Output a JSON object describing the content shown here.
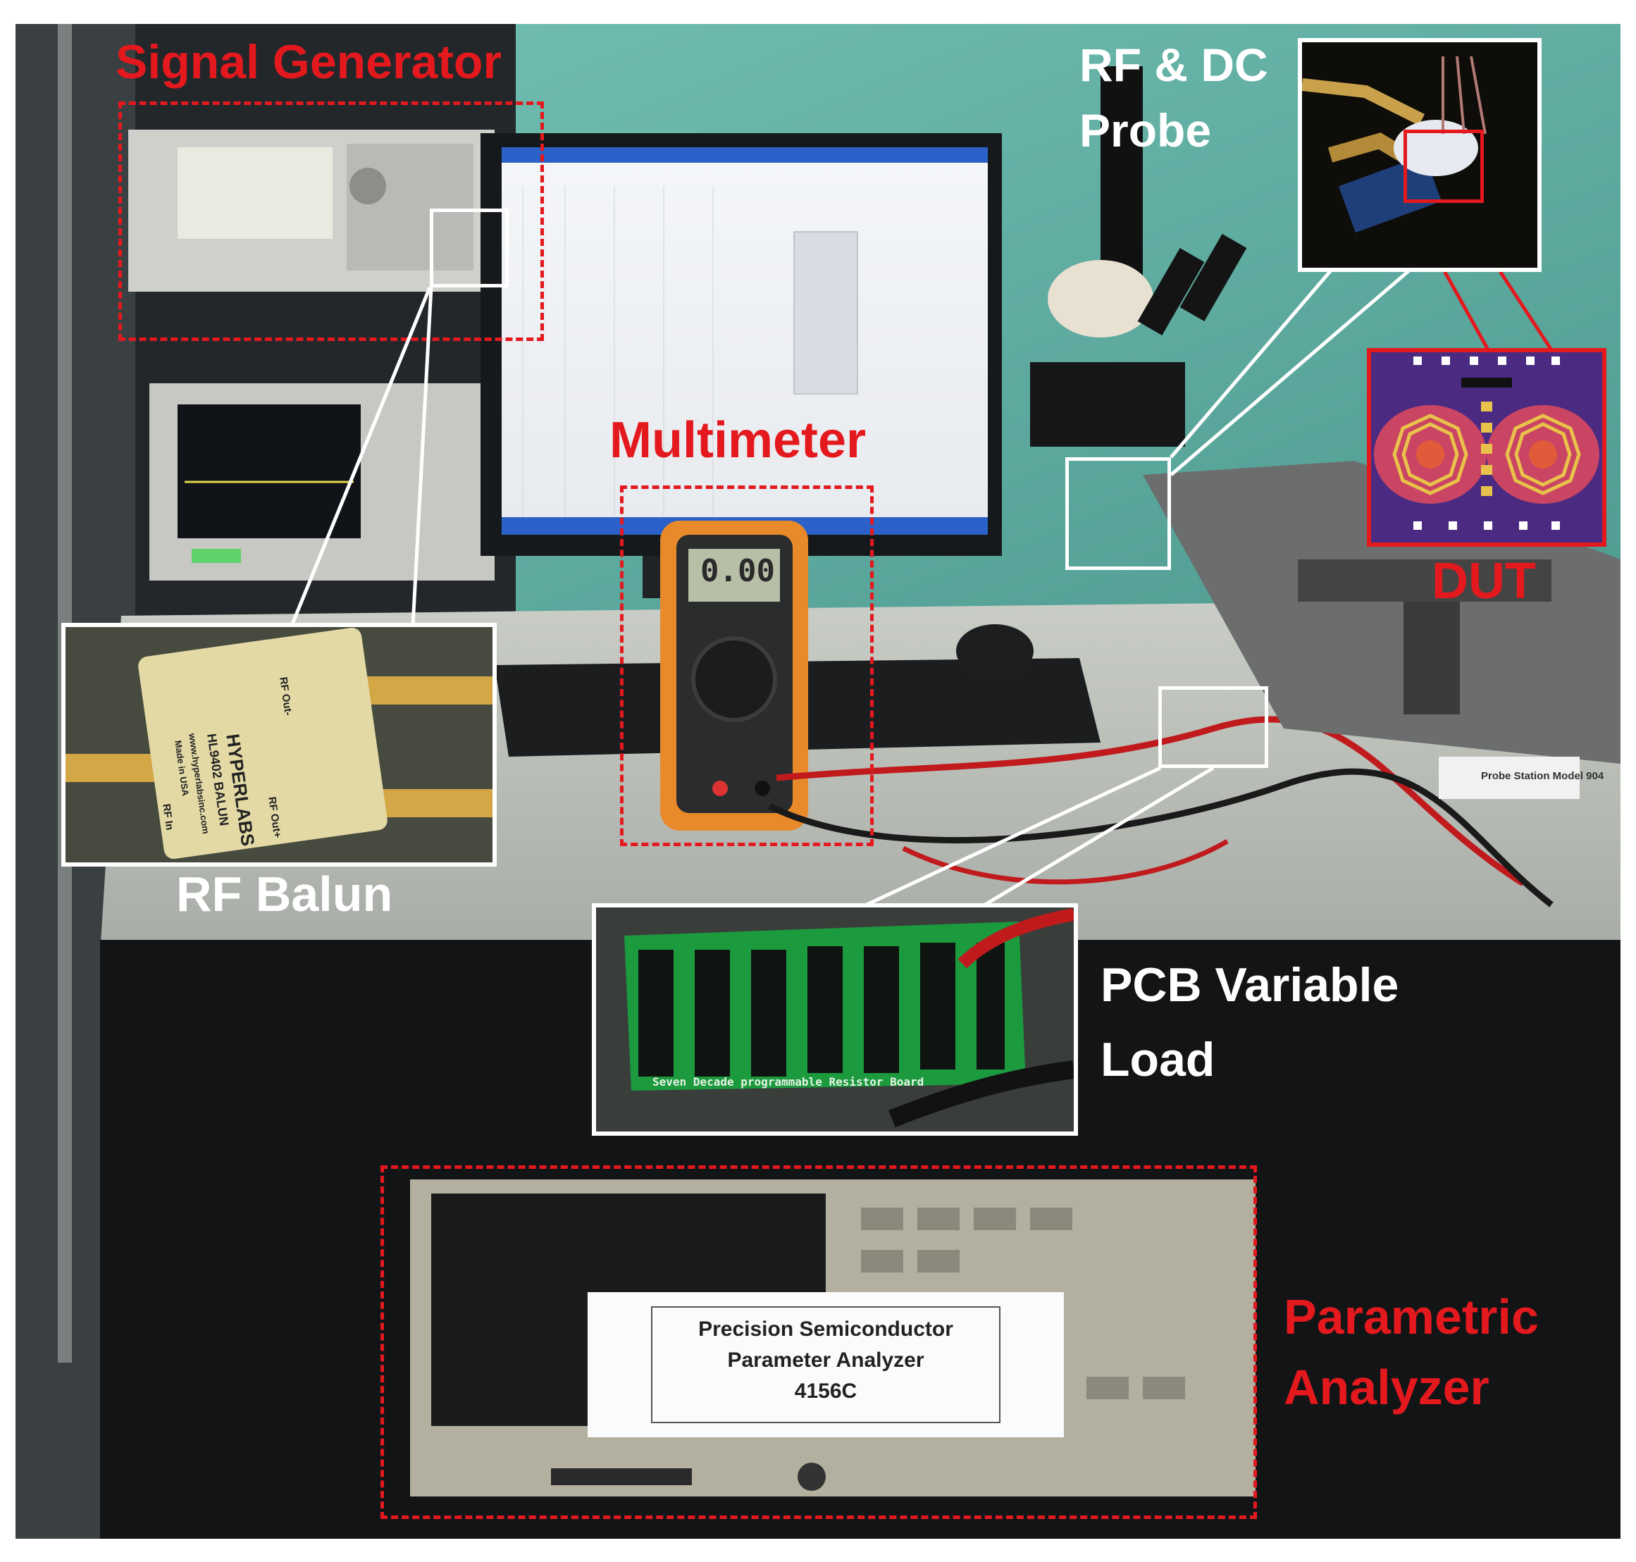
{
  "labels": {
    "signal_generator": "Signal Generator",
    "rf_dc_probe_1": "RF & DC",
    "rf_dc_probe_2": "Probe",
    "multimeter": "Multimeter",
    "dut": "DUT",
    "rf_balun": "RF Balun",
    "pcb_variable_load_1": "PCB Variable",
    "pcb_variable_load_2": "Load",
    "parametric_analyzer_1": "Parametric",
    "parametric_analyzer_2": "Analyzer"
  },
  "instrument_text": {
    "multimeter_display": "0.00",
    "probe_station_plate": "Probe Station Model 904",
    "analyzer_sign_1": "Precision Semiconductor",
    "analyzer_sign_2": "Parameter Analyzer",
    "analyzer_sign_3": "4156C",
    "balun_brand": "HYPERLABS",
    "balun_model": "HL9402 BALUN",
    "balun_url": "www.hyperlabsinc.com",
    "balun_made": "Made in USA",
    "balun_rf_out_plus": "RF Out+",
    "balun_rf_out_minus": "RF Out-",
    "balun_rf_in": "RF In",
    "pcb_caption": "Seven Decade programmable Resistor Board"
  },
  "colors": {
    "annotation_red": "#e3191e",
    "annotation_white": "#ffffff",
    "wall_teal": "#6fb7ad",
    "multimeter_orange": "#e8892a"
  }
}
